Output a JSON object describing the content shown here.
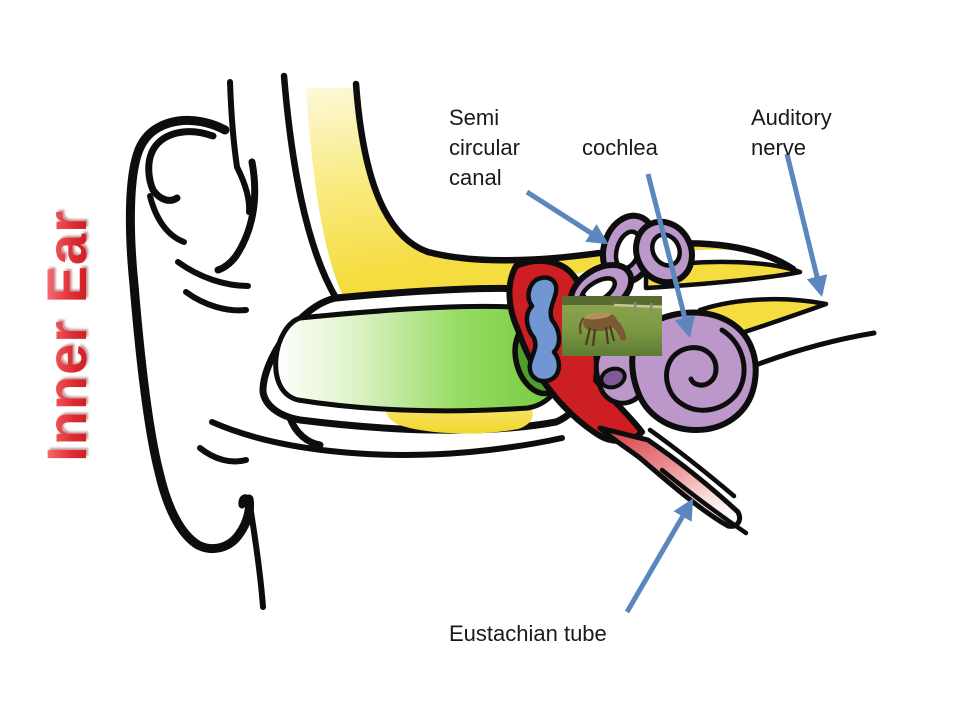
{
  "slide": {
    "title": "Inner Ear"
  },
  "labels": {
    "semi_circular_canal": "Semi circular canal",
    "cochlea": "cochlea",
    "auditory_nerve": "Auditory nerve",
    "eustachian_tube": "Eustachian tube"
  },
  "colors": {
    "title_red": "#d9262c",
    "arrow_blue": "#5b87be",
    "bone_yellow": "#f5dc3f",
    "bone_yellow_pale": "#fdf6c9",
    "ear_canal_green": "#72c93c",
    "eardrum_green": "#4f9e2b",
    "middle_ear_red": "#cd1f23",
    "ossicle_blue": "#7096d3",
    "inner_ear_purple": "#bc98ca",
    "inner_ear_purple_dark": "#7e5b95",
    "outline_black": "#0d0d0d"
  },
  "photo": {
    "name": "horse-in-field-photo"
  }
}
